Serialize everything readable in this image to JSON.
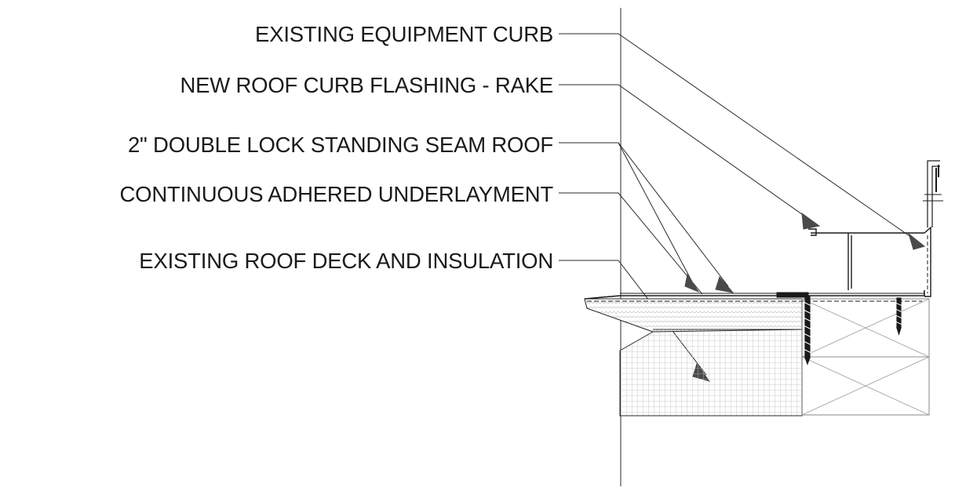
{
  "callouts": [
    {
      "id": "existing-equipment-curb",
      "text": "EXISTING EQUIPMENT CURB"
    },
    {
      "id": "new-roof-curb-flashing-rake",
      "text": "NEW ROOF CURB FLASHING - RAKE"
    },
    {
      "id": "standing-seam-roof",
      "text": "2\" DOUBLE LOCK STANDING SEAM ROOF"
    },
    {
      "id": "continuous-adhered-underlayment",
      "text": "CONTINUOUS ADHERED UNDERLAYMENT"
    },
    {
      "id": "existing-roof-deck-insulation",
      "text": "EXISTING ROOF DECK AND INSULATION"
    }
  ],
  "colors": {
    "line": "#1a1a1a",
    "hatch": "#bdbdbd",
    "arrow": "#4a4a4a"
  }
}
